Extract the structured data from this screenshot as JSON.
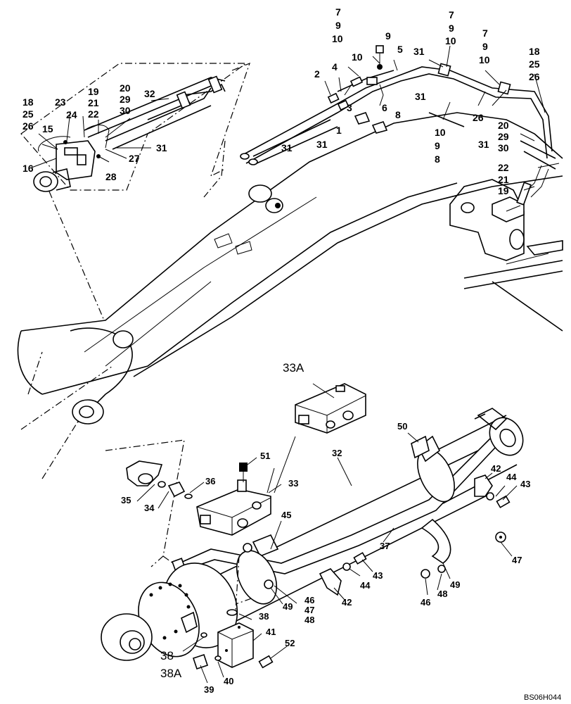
{
  "drawing_code": "BS06H044",
  "callouts": {
    "top_left": [
      "18",
      "25",
      "26",
      "15",
      "23",
      "24",
      "19",
      "21",
      "22",
      "20",
      "29",
      "30",
      "32",
      "16",
      "31",
      "27",
      "28"
    ],
    "top_right": [
      "7",
      "9",
      "10",
      "9",
      "10",
      "5",
      "31",
      "7",
      "9",
      "10",
      "7",
      "9",
      "10",
      "18",
      "25",
      "26",
      "2",
      "4",
      "31",
      "1",
      "3",
      "6",
      "8",
      "31",
      "10",
      "9",
      "8",
      "26",
      "20",
      "29",
      "30",
      "31",
      "31",
      "22",
      "21",
      "19"
    ],
    "bottom": [
      "33A",
      "50",
      "32",
      "51",
      "33",
      "36",
      "35",
      "34",
      "45",
      "42",
      "44",
      "43",
      "37",
      "43",
      "44",
      "42",
      "47",
      "49",
      "46",
      "47",
      "48",
      "38",
      "41",
      "52",
      "38",
      "38A",
      "39",
      "40",
      "46",
      "48",
      "49"
    ]
  }
}
